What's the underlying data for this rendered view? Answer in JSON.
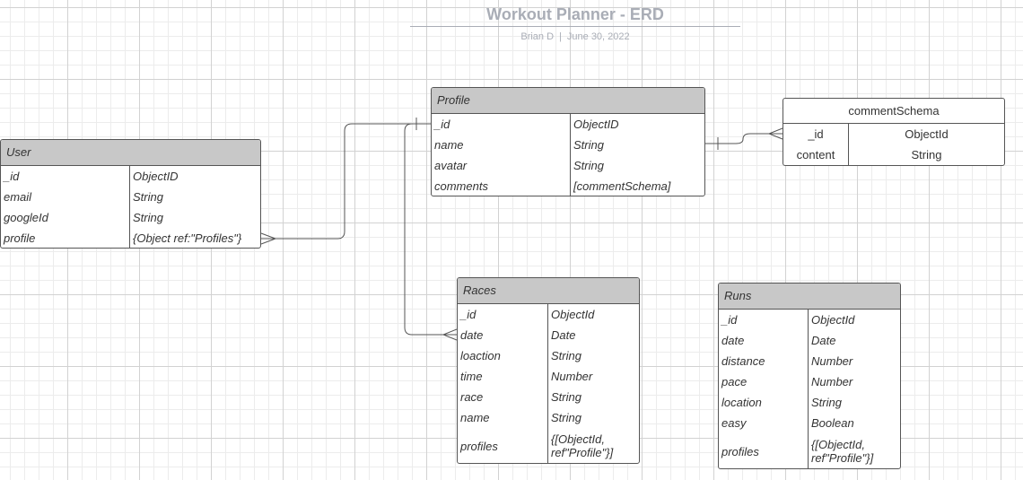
{
  "title": "Workout Planner - ERD",
  "author": "Brian D",
  "date": "June 30, 2022",
  "subtitle_separator": "|",
  "entities": {
    "user": {
      "name": "User",
      "rows": [
        {
          "field": "_id",
          "type": "ObjectID"
        },
        {
          "field": "email",
          "type": "String"
        },
        {
          "field": "googleId",
          "type": "String"
        },
        {
          "field": "profile",
          "type": "{Object ref:\"Profiles\"}"
        }
      ]
    },
    "profile": {
      "name": "Profile",
      "rows": [
        {
          "field": "_id",
          "type": "ObjectID"
        },
        {
          "field": "name",
          "type": "String"
        },
        {
          "field": "avatar",
          "type": "String"
        },
        {
          "field": "comments",
          "type": "[commentSchema]"
        }
      ]
    },
    "races": {
      "name": "Races",
      "rows": [
        {
          "field": "_id",
          "type": "ObjectId"
        },
        {
          "field": "date",
          "type": "Date"
        },
        {
          "field": "loaction",
          "type": "String"
        },
        {
          "field": "time",
          "type": "Number"
        },
        {
          "field": "race",
          "type": "String"
        },
        {
          "field": "name",
          "type": "String"
        },
        {
          "field": "profiles",
          "type": "{[ObjectId, ref\"Profile\"}]"
        }
      ]
    },
    "runs": {
      "name": "Runs",
      "rows": [
        {
          "field": "_id",
          "type": "ObjectId"
        },
        {
          "field": "date",
          "type": "Date"
        },
        {
          "field": "distance",
          "type": "Number"
        },
        {
          "field": "pace",
          "type": "Number"
        },
        {
          "field": "location",
          "type": "String"
        },
        {
          "field": "easy",
          "type": "Boolean"
        },
        {
          "field": "profiles",
          "type": "{[ObjectId, ref\"Profile\"}]"
        }
      ]
    },
    "comment_schema": {
      "name": "commentSchema",
      "rows": [
        {
          "field": "_id",
          "type": "ObjectId"
        },
        {
          "field": "content",
          "type": "String"
        }
      ]
    }
  },
  "relationships": [
    {
      "from": "User.profile",
      "to": "Profile",
      "from_end": "crow-foot",
      "to_end": "one"
    },
    {
      "from": "Profile",
      "to": "Races.profiles",
      "from_end": "one",
      "to_end": "crow-foot"
    },
    {
      "from": "Profile.comments",
      "to": "commentSchema",
      "from_end": "one",
      "to_end": "crow-foot"
    }
  ],
  "colors": {
    "header_fill": "#c8c8c8",
    "border": "#555555",
    "title": "#a9adb6",
    "connector": "#555555"
  }
}
